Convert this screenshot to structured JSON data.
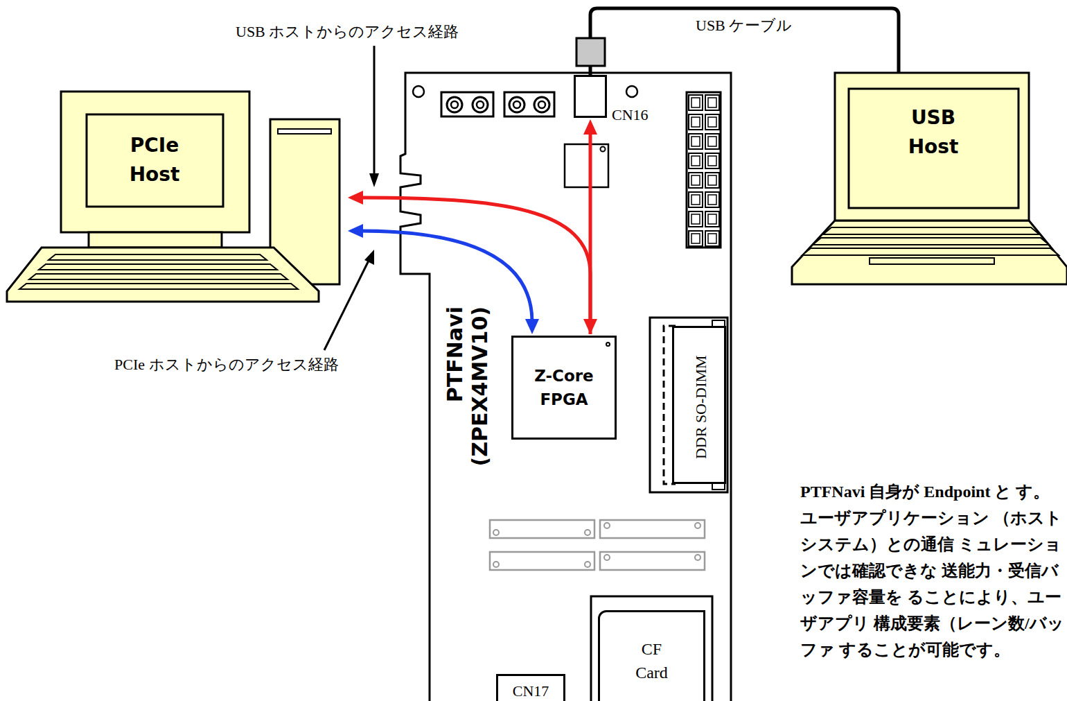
{
  "diagram": {
    "nodes": [
      {
        "text": [
          "PCIe Host"
        ]
      },
      {
        "text": [
          "PTFNavi (ZPEX4MV10)"
        ]
      },
      {
        "text": [
          "CN16"
        ],
        "in": 1
      },
      {
        "text": [
          "Z-Core FPGA"
        ],
        "in": 1
      },
      {
        "text": [
          "DDR SO-DIMM"
        ],
        "in": 1
      },
      {
        "text": [
          "CF Card"
        ],
        "in": 1
      },
      {
        "text": [
          "CN17"
        ],
        "in": 1
      },
      {
        "text": [
          "USB Host"
        ]
      }
    ],
    "edges": [
      {
        "from": 2,
        "to": 3,
        "arrow": "both"
      },
      {
        "from": 3,
        "to": 0,
        "arrow": "to"
      },
      {
        "from": 3,
        "to": 0,
        "arrow": "both"
      },
      {
        "from": 2,
        "to": 7,
        "label": "USB ケーブル",
        "arrow": "none"
      }
    ],
    "labels": [
      "USB ホストからのアクセス経路",
      "PCIe ホストからのアクセス経路",
      "PTFNavi 自身が Endpoint と す。ユーザアプリケーション （ホストシステム）との通信 ミュレーションでは確認できな 送能力・受信バッファ容量を ることにより、ユーザアプリ 構成要素（レーン数/バッファ することが可能です。"
    ]
  }
}
